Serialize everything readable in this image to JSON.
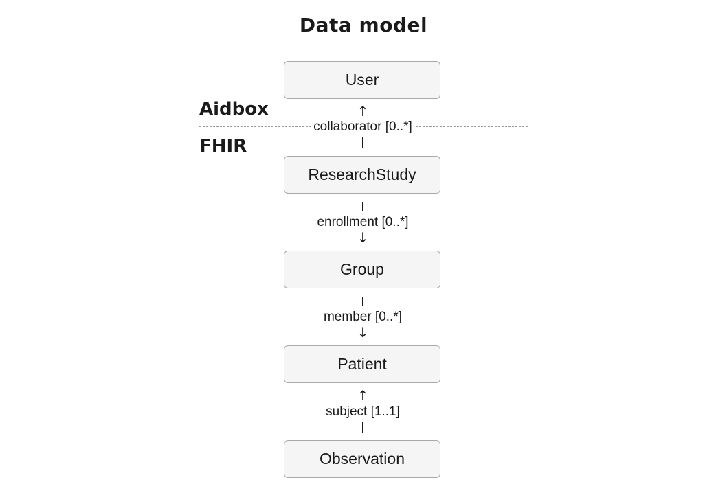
{
  "title": "Data model",
  "layers": {
    "upper": "Aidbox",
    "lower": "FHIR"
  },
  "nodes": {
    "user": "User",
    "research_study": "ResearchStudy",
    "group": "Group",
    "patient": "Patient",
    "observation": "Observation"
  },
  "edges": {
    "collaborator": "collaborator [0..*]",
    "enrollment": "enrollment [0..*]",
    "member": "member [0..*]",
    "subject": "subject [1..1]"
  }
}
